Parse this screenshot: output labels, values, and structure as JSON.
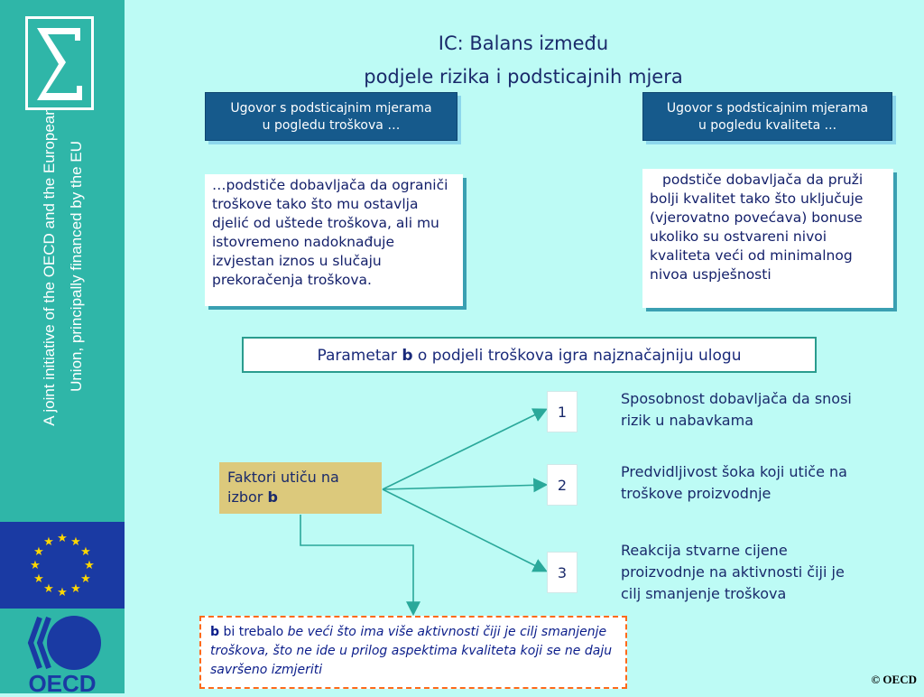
{
  "sidebar": {
    "side_text_line1": "A joint  initiative of the OECD and the European",
    "side_text_line2": "Union, principally financed by the EU",
    "oecd_logo_text": "OECD"
  },
  "title": {
    "line1": "IC: Balans između",
    "line2": "podjele rizika i podsticajnih mjera"
  },
  "left_header": {
    "line1": "Ugovor s podsticajnim mjerama",
    "line2": "u pogledu troškova …"
  },
  "right_header": {
    "line1": "Ugovor s podsticajnim mjerama",
    "line2": "u pogledu kvaliteta ..."
  },
  "left_text": "…podstiče dobavljača da ograniči troškove tako što mu ostavlja djelić od uštede troškova, ali mu istovremeno nadoknađuje izvjestan iznos u slučaju prekoračenja troškova.",
  "right_text": "podstiče dobavljača da pruži bolji kvalitet tako što uključuje (vjerovatno povećava) bonuse ukoliko su ostvareni nivoi kvaliteta veći od minimalnog nivoa uspješnosti",
  "param": {
    "prefix": "Parametar ",
    "bold": "b",
    "suffix": " o podjeli troškova igra najznačajniju ulogu"
  },
  "factors": {
    "text": "Faktori utiču na izbor ",
    "bold": "b"
  },
  "items": [
    {
      "num": "1",
      "text": "Sposobnost dobavljača da snosi rizik u nabavkama"
    },
    {
      "num": "2",
      "text": "Predvidljivost šoka koji utiče na troškove proizvodnje"
    },
    {
      "num": "3",
      "text": "Reakcija stvarne cijene proizvodnje na aktivnosti čiji je cilj smanjenje troškova"
    }
  ],
  "note": {
    "bold": "b",
    "plain": " bi trebalo ",
    "italic": "be veći  što ima više aktivnosti čiji je cilj smanjenje troškova, što ne ide u prilog aspektima kvaliteta koji se ne daju savršeno izmjeriti"
  },
  "copyright": "© OECD",
  "colors": {
    "background": "#bdfbf5",
    "sidebar": "#2fb6a8",
    "header_box": "#165a8c",
    "arrow": "#2aa89a",
    "note_border": "#ff6a1a",
    "factors_box": "#dcc97c"
  }
}
